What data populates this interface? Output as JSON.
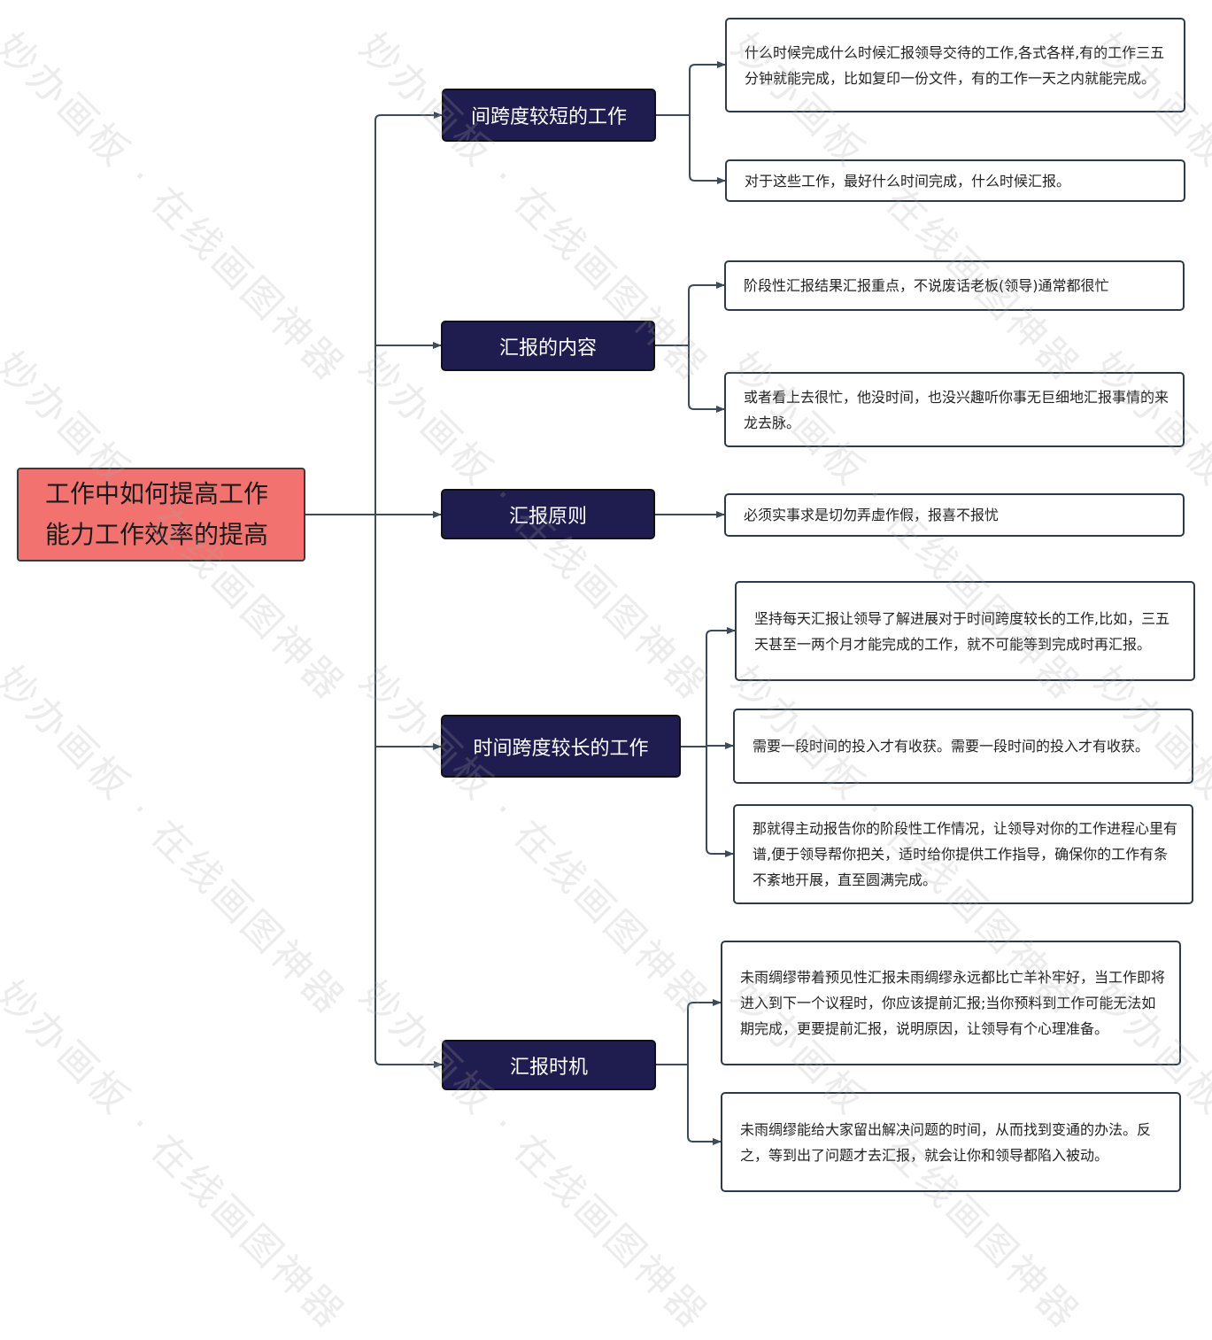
{
  "root": {
    "label": "工作中如何提高工作能力工作效率的提高"
  },
  "branches": [
    {
      "label": "间跨度较短的工作",
      "leaves": [
        "什么时候完成什么时候汇报领导交待的工作,各式各样,有的工作三五分钟就能完成，比如复印一份文件，有的工作一天之内就能完成。",
        "对于这些工作，最好什么时间完成，什么时候汇报。"
      ]
    },
    {
      "label": "汇报的内容",
      "leaves": [
        "阶段性汇报结果汇报重点，不说废话老板(领导)通常都很忙",
        "或者看上去很忙，他没时间，也没兴趣听你事无巨细地汇报事情的来龙去脉。"
      ]
    },
    {
      "label": "汇报原则",
      "leaves": [
        "必须实事求是切勿弄虚作假，报喜不报忧"
      ]
    },
    {
      "label": "时间跨度较长的工作",
      "leaves": [
        "坚持每天汇报让领导了解进展对于时间跨度较长的工作,比如，三五天甚至一两个月才能完成的工作，就不可能等到完成时再汇报。",
        "需要一段时间的投入才有收获。需要一段时间的投入才有收获。",
        "那就得主动报告你的阶段性工作情况，让领导对你的工作进程心里有谱,便于领导帮你把关，适时给你提供工作指导，确保你的工作有条不紊地开展，直至圆满完成。"
      ]
    },
    {
      "label": "汇报时机",
      "leaves": [
        "未雨绸缪带着预见性汇报未雨绸缪永远都比亡羊补牢好，当工作即将进入到下一个议程时，你应该提前汇报;当你预料到工作可能无法如期完成，更要提前汇报，说明原因，让领导有个心理准备。",
        "未雨绸缪能给大家留出解决问题的时间，从而找到变通的办法。反之，等到出了问题才去汇报，就会让你和领导都陷入被动。"
      ]
    }
  ],
  "watermark": "妙办画板 · 在线画图神器",
  "colors": {
    "root": "#f2726f",
    "branch": "#1f1d4f",
    "line": "#3d4a5a"
  }
}
